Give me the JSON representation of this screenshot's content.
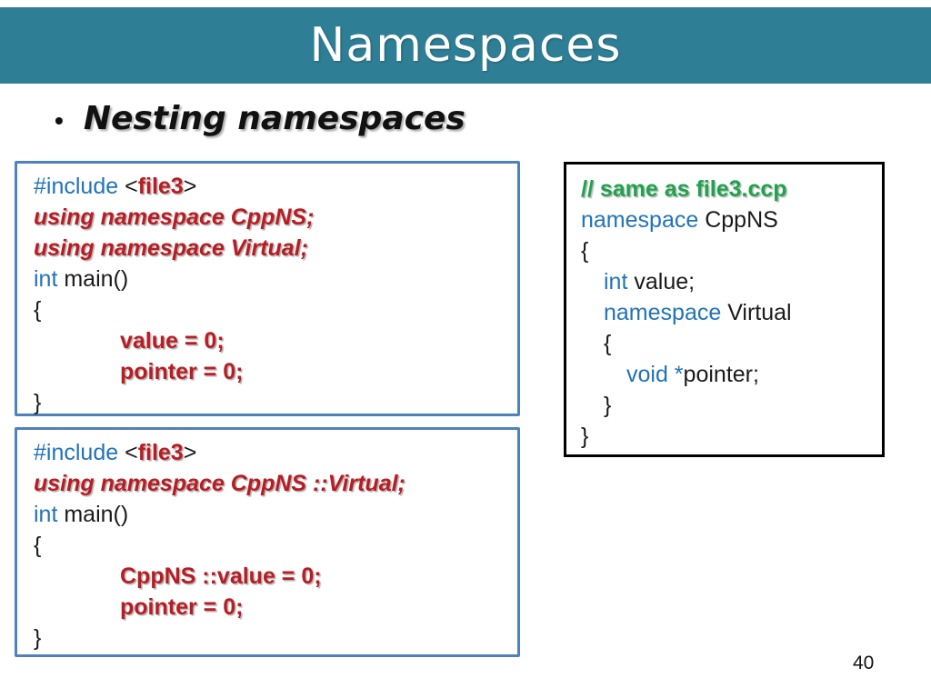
{
  "header": {
    "title": "Namespaces",
    "bar_color": "#2E7E95"
  },
  "bullet": {
    "marker": "•",
    "text": "Nesting namespaces"
  },
  "footer": {
    "page_number": "40"
  },
  "colors": {
    "code_blue": "#2173B8",
    "code_red": "#B91C22",
    "code_green": "#1FA34C",
    "blue_box_border": "#4F81BD",
    "black_box_border": "#000000"
  },
  "code_boxes": [
    {
      "name": "main-using-both-namespaces",
      "border": "blue",
      "lines": [
        {
          "indent": 0,
          "seg": [
            {
              "t": "#include ",
              "s": "b"
            },
            {
              "t": "<",
              "s": "p"
            },
            {
              "t": "file3",
              "s": "r"
            },
            {
              "t": ">",
              "s": "p"
            }
          ]
        },
        {
          "indent": 0,
          "seg": [
            {
              "t": "using namespace CppNS;",
              "s": "ri"
            }
          ]
        },
        {
          "indent": 0,
          "seg": [
            {
              "t": "using namespace Virtual;",
              "s": "ri"
            }
          ]
        },
        {
          "indent": 0,
          "seg": [
            {
              "t": "int ",
              "s": "b"
            },
            {
              "t": "main()",
              "s": "p"
            }
          ]
        },
        {
          "indent": 0,
          "seg": [
            {
              "t": "{",
              "s": "p"
            }
          ]
        },
        {
          "indent": 95,
          "seg": [
            {
              "t": "value = 0;",
              "s": "r"
            }
          ]
        },
        {
          "indent": 95,
          "seg": [
            {
              "t": "pointer = 0;",
              "s": "r"
            }
          ]
        },
        {
          "indent": 0,
          "seg": [
            {
              "t": "}",
              "s": "p"
            }
          ]
        }
      ]
    },
    {
      "name": "main-using-nested-namespace",
      "border": "blue",
      "lines": [
        {
          "indent": 0,
          "seg": [
            {
              "t": "#include ",
              "s": "b"
            },
            {
              "t": "<",
              "s": "p"
            },
            {
              "t": "file3",
              "s": "r"
            },
            {
              "t": ">",
              "s": "p"
            }
          ]
        },
        {
          "indent": 0,
          "seg": [
            {
              "t": "using namespace CppNS ::Virtual;",
              "s": "ri"
            }
          ]
        },
        {
          "indent": 0,
          "seg": [
            {
              "t": "int ",
              "s": "b"
            },
            {
              "t": "main()",
              "s": "p"
            }
          ]
        },
        {
          "indent": 0,
          "seg": [
            {
              "t": "{",
              "s": "p"
            }
          ]
        },
        {
          "indent": 95,
          "seg": [
            {
              "t": "CppNS ::value = 0;",
              "s": "r"
            }
          ]
        },
        {
          "indent": 95,
          "seg": [
            {
              "t": "pointer = 0;",
              "s": "r"
            }
          ]
        },
        {
          "indent": 0,
          "seg": [
            {
              "t": "}",
              "s": "p"
            }
          ]
        }
      ]
    },
    {
      "name": "file3-namespace-definition",
      "border": "black",
      "lines": [
        {
          "indent": 0,
          "seg": [
            {
              "t": "// same as file3.ccp",
              "s": "g"
            }
          ]
        },
        {
          "indent": 0,
          "seg": [
            {
              "t": "namespace ",
              "s": "b"
            },
            {
              "t": "CppNS",
              "s": "p"
            }
          ]
        },
        {
          "indent": 0,
          "seg": [
            {
              "t": "{",
              "s": "p"
            }
          ]
        },
        {
          "indent": 25,
          "seg": [
            {
              "t": "int ",
              "s": "b"
            },
            {
              "t": "value;",
              "s": "p"
            }
          ]
        },
        {
          "indent": 25,
          "seg": [
            {
              "t": "namespace ",
              "s": "b"
            },
            {
              "t": "Virtual",
              "s": "p"
            }
          ]
        },
        {
          "indent": 25,
          "seg": [
            {
              "t": "{",
              "s": "p"
            }
          ]
        },
        {
          "indent": 50,
          "seg": [
            {
              "t": "void *",
              "s": "b"
            },
            {
              "t": "pointer;",
              "s": "p"
            }
          ]
        },
        {
          "indent": 25,
          "seg": [
            {
              "t": "}",
              "s": "p"
            }
          ]
        },
        {
          "indent": 0,
          "seg": [
            {
              "t": "}",
              "s": "p"
            }
          ]
        }
      ]
    }
  ]
}
